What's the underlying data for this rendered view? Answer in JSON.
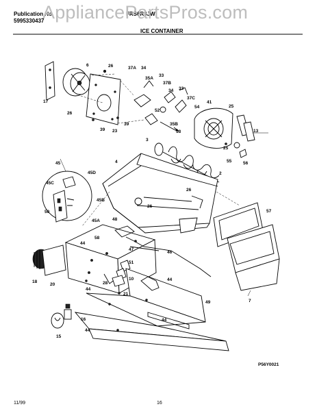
{
  "header": {
    "publication_label": "Publication No.",
    "publication_number": "5995330437",
    "model": "FRS6R3JW",
    "section_title": "ICE CONTAINER",
    "watermark": "AppliancePartsPros.com"
  },
  "diagram": {
    "figure_code": "P56Y0021",
    "callouts": {
      "c6": "6",
      "c26a": "26",
      "c17": "17",
      "c26b": "26",
      "c39a": "39",
      "c23": "23",
      "c39b": "39",
      "c37A": "37A",
      "c34a": "34",
      "c33a": "33",
      "c35A": "35A",
      "c37B": "37B",
      "c34b": "34",
      "c33b": "33",
      "c37C": "37C",
      "c52": "52",
      "c54": "54",
      "c41": "41",
      "c25a": "25",
      "c35B": "35B",
      "c53": "53",
      "c13": "13",
      "c25b": "25",
      "c3": "3",
      "c4": "4",
      "c55": "55",
      "c56": "56",
      "c2": "2",
      "c45": "45",
      "c45D": "45D",
      "c45C": "45C",
      "c26c": "26",
      "c45B": "45B",
      "c26d": "26",
      "c57": "57",
      "c50": "50",
      "c45A": "45A",
      "c48": "48",
      "c58": "58",
      "c44a": "44",
      "c47": "47",
      "c51": "51",
      "c46": "46",
      "c18": "18",
      "c20": "20",
      "c28": "28",
      "c10": "10",
      "c44b": "44",
      "c44c": "44",
      "c21": "21",
      "c7": "7",
      "c49": "49",
      "c16": "16",
      "c44d": "44",
      "c44e": "44",
      "c15": "15"
    }
  },
  "footer": {
    "date": "11/99",
    "page": "16"
  }
}
